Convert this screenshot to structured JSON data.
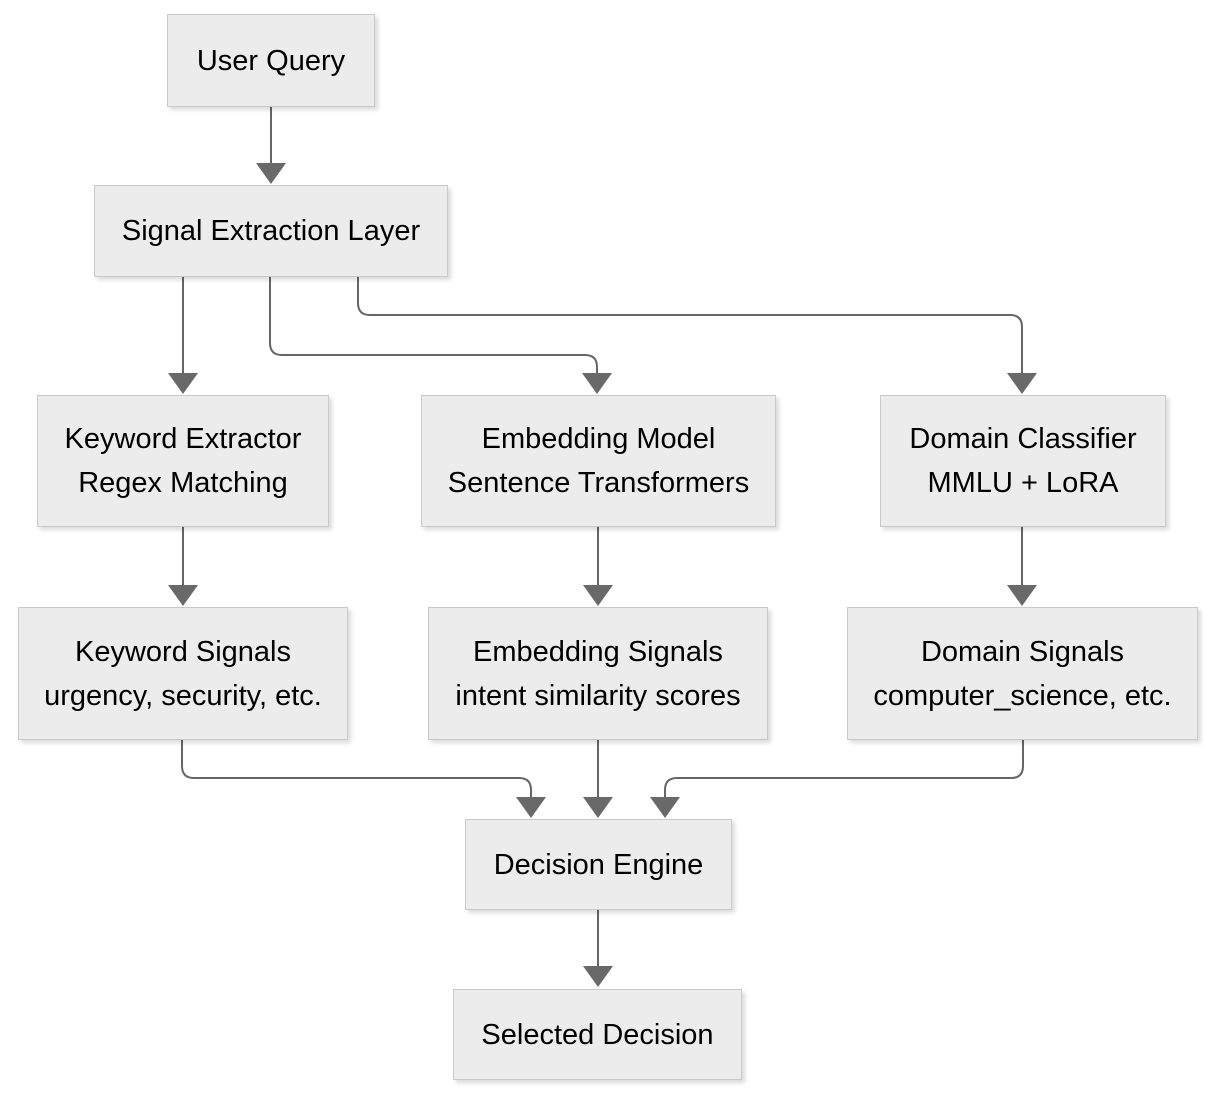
{
  "diagram": {
    "type": "flowchart",
    "direction": "top-down",
    "nodes": {
      "user_query": {
        "line1": "User Query"
      },
      "signal_extraction_layer": {
        "line1": "Signal Extraction Layer"
      },
      "keyword_extractor": {
        "line1": "Keyword Extractor",
        "line2": "Regex Matching"
      },
      "embedding_model": {
        "line1": "Embedding Model",
        "line2": "Sentence Transformers"
      },
      "domain_classifier": {
        "line1": "Domain Classifier",
        "line2": "MMLU + LoRA"
      },
      "keyword_signals": {
        "line1": "Keyword Signals",
        "line2": "urgency, security, etc."
      },
      "embedding_signals": {
        "line1": "Embedding Signals",
        "line2": "intent similarity scores"
      },
      "domain_signals": {
        "line1": "Domain Signals",
        "line2": "computer_science, etc."
      },
      "decision_engine": {
        "line1": "Decision Engine"
      },
      "selected_decision": {
        "line1": "Selected Decision"
      }
    },
    "edges": [
      {
        "from": "user_query",
        "to": "signal_extraction_layer"
      },
      {
        "from": "signal_extraction_layer",
        "to": "keyword_extractor"
      },
      {
        "from": "signal_extraction_layer",
        "to": "embedding_model"
      },
      {
        "from": "signal_extraction_layer",
        "to": "domain_classifier"
      },
      {
        "from": "keyword_extractor",
        "to": "keyword_signals"
      },
      {
        "from": "embedding_model",
        "to": "embedding_signals"
      },
      {
        "from": "domain_classifier",
        "to": "domain_signals"
      },
      {
        "from": "keyword_signals",
        "to": "decision_engine"
      },
      {
        "from": "embedding_signals",
        "to": "decision_engine"
      },
      {
        "from": "domain_signals",
        "to": "decision_engine"
      },
      {
        "from": "decision_engine",
        "to": "selected_decision"
      }
    ],
    "colors": {
      "background": "#ffffff",
      "node_fill": "#ececec",
      "node_border": "#c9c9c9",
      "edge_stroke": "#666666",
      "arrowhead_fill": "#696969",
      "text": "#000000"
    }
  }
}
